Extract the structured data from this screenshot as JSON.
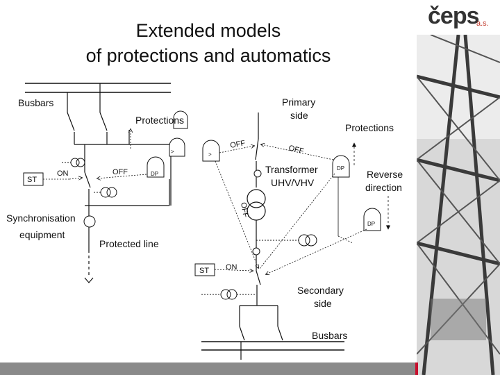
{
  "slide": {
    "title_line1": "Extended models",
    "title_line2": "of protections and automatics"
  },
  "logo": {
    "text": "čeps",
    "suffix": "a.s."
  },
  "diagram": {
    "busbars_top": "Busbars",
    "protections_left": "Protections",
    "st_left": "ST",
    "on_left": "ON",
    "off_left": "OFF",
    "dp_left": "DP",
    "sync_line1": "Synchronisation",
    "sync_line2": "equipment",
    "protected_line": "Protected line",
    "primary_line1": "Primary",
    "primary_line2": "side",
    "protections_right": "Protections",
    "off_upper_left": "OFF",
    "off_upper_right": "OFF",
    "gt_small": ">",
    "gt_small2": ">",
    "transformer_line1": "Transformer",
    "transformer_line2": "UHV/VHV",
    "dp_transformer": "DP",
    "reverse_line1": "Reverse",
    "reverse_line2": "direction",
    "dp_reverse": "DP",
    "off_vertical": "OFF",
    "st_right": "ST",
    "on_right": "ON",
    "secondary_line1": "Secondary",
    "secondary_line2": "side",
    "busbars_bottom": "Busbars"
  }
}
